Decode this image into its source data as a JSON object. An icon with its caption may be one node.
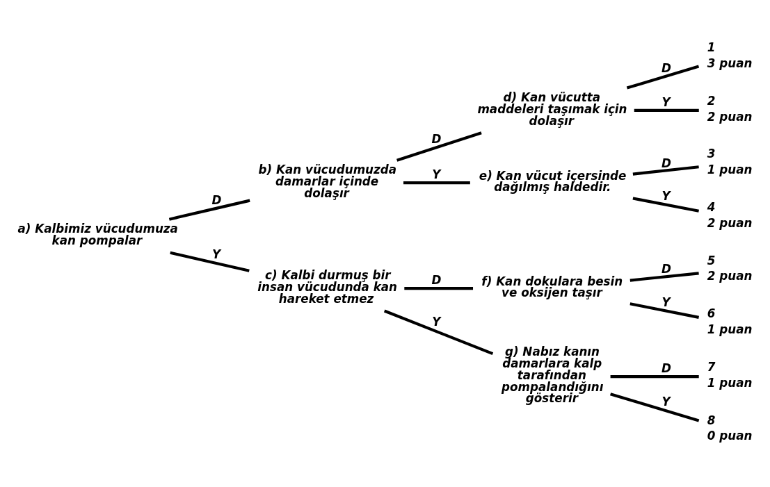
{
  "diagram": {
    "nodes": [
      {
        "text": [
          "a) Kalbimiz vücudumuza kan pompalar"
        ]
      },
      {
        "text": [
          "b) Kan vücudumuzda damarlar içinde dolaşır"
        ]
      },
      {
        "text": [
          "c) Kalbi durmuş bir insan vücudunda kan hareket etmez"
        ]
      },
      {
        "text": [
          "d) Kan vücutta maddeleri taşımak için dolaşır"
        ]
      },
      {
        "text": [
          "e) Kan vücut içersinde dağılmış haldedir."
        ]
      },
      {
        "text": [
          "f) Kan dokulara besin ve oksijen taşır"
        ]
      },
      {
        "text": [
          "g) Nabız kanın damarlara kalp tarafından pompalandığını gösterir"
        ]
      },
      {
        "text": [
          "1"
        ],
        "beside": [
          "3 puan"
        ]
      },
      {
        "text": [
          "2"
        ],
        "beside": [
          "2 puan"
        ]
      },
      {
        "text": [
          "3"
        ],
        "beside": [
          "1 puan"
        ]
      },
      {
        "text": [
          "4"
        ],
        "beside": [
          "2 puan"
        ]
      },
      {
        "text": [
          "5"
        ],
        "beside": [
          "2 puan"
        ]
      },
      {
        "text": [
          "6"
        ],
        "beside": [
          "1 puan"
        ]
      },
      {
        "text": [
          "7"
        ],
        "beside": [
          "1 puan"
        ]
      },
      {
        "text": [
          "8"
        ],
        "beside": [
          "0 puan"
        ]
      }
    ],
    "edges": [
      {
        "from": 0,
        "to": 1,
        "arrow": "none",
        "label": "D"
      },
      {
        "from": 0,
        "to": 2,
        "arrow": "none",
        "label": "Y"
      },
      {
        "from": 1,
        "to": 3,
        "arrow": "none",
        "label": "D"
      },
      {
        "from": 1,
        "to": 4,
        "arrow": "none",
        "label": "Y"
      },
      {
        "from": 2,
        "to": 5,
        "arrow": "none",
        "label": "D"
      },
      {
        "from": 2,
        "to": 6,
        "arrow": "none",
        "label": "Y"
      },
      {
        "from": 3,
        "to": 7,
        "arrow": "none",
        "label": "D"
      },
      {
        "from": 3,
        "to": 8,
        "arrow": "none",
        "label": "Y"
      },
      {
        "from": 4,
        "to": 9,
        "arrow": "none",
        "label": "D"
      },
      {
        "from": 4,
        "to": 10,
        "arrow": "none",
        "label": "Y"
      },
      {
        "from": 5,
        "to": 11,
        "arrow": "none",
        "label": "D"
      },
      {
        "from": 5,
        "to": 12,
        "arrow": "none",
        "label": "Y"
      },
      {
        "from": 6,
        "to": 13,
        "arrow": "none",
        "label": "D"
      },
      {
        "from": 6,
        "to": 14,
        "arrow": "none",
        "label": "Y"
      }
    ]
  }
}
